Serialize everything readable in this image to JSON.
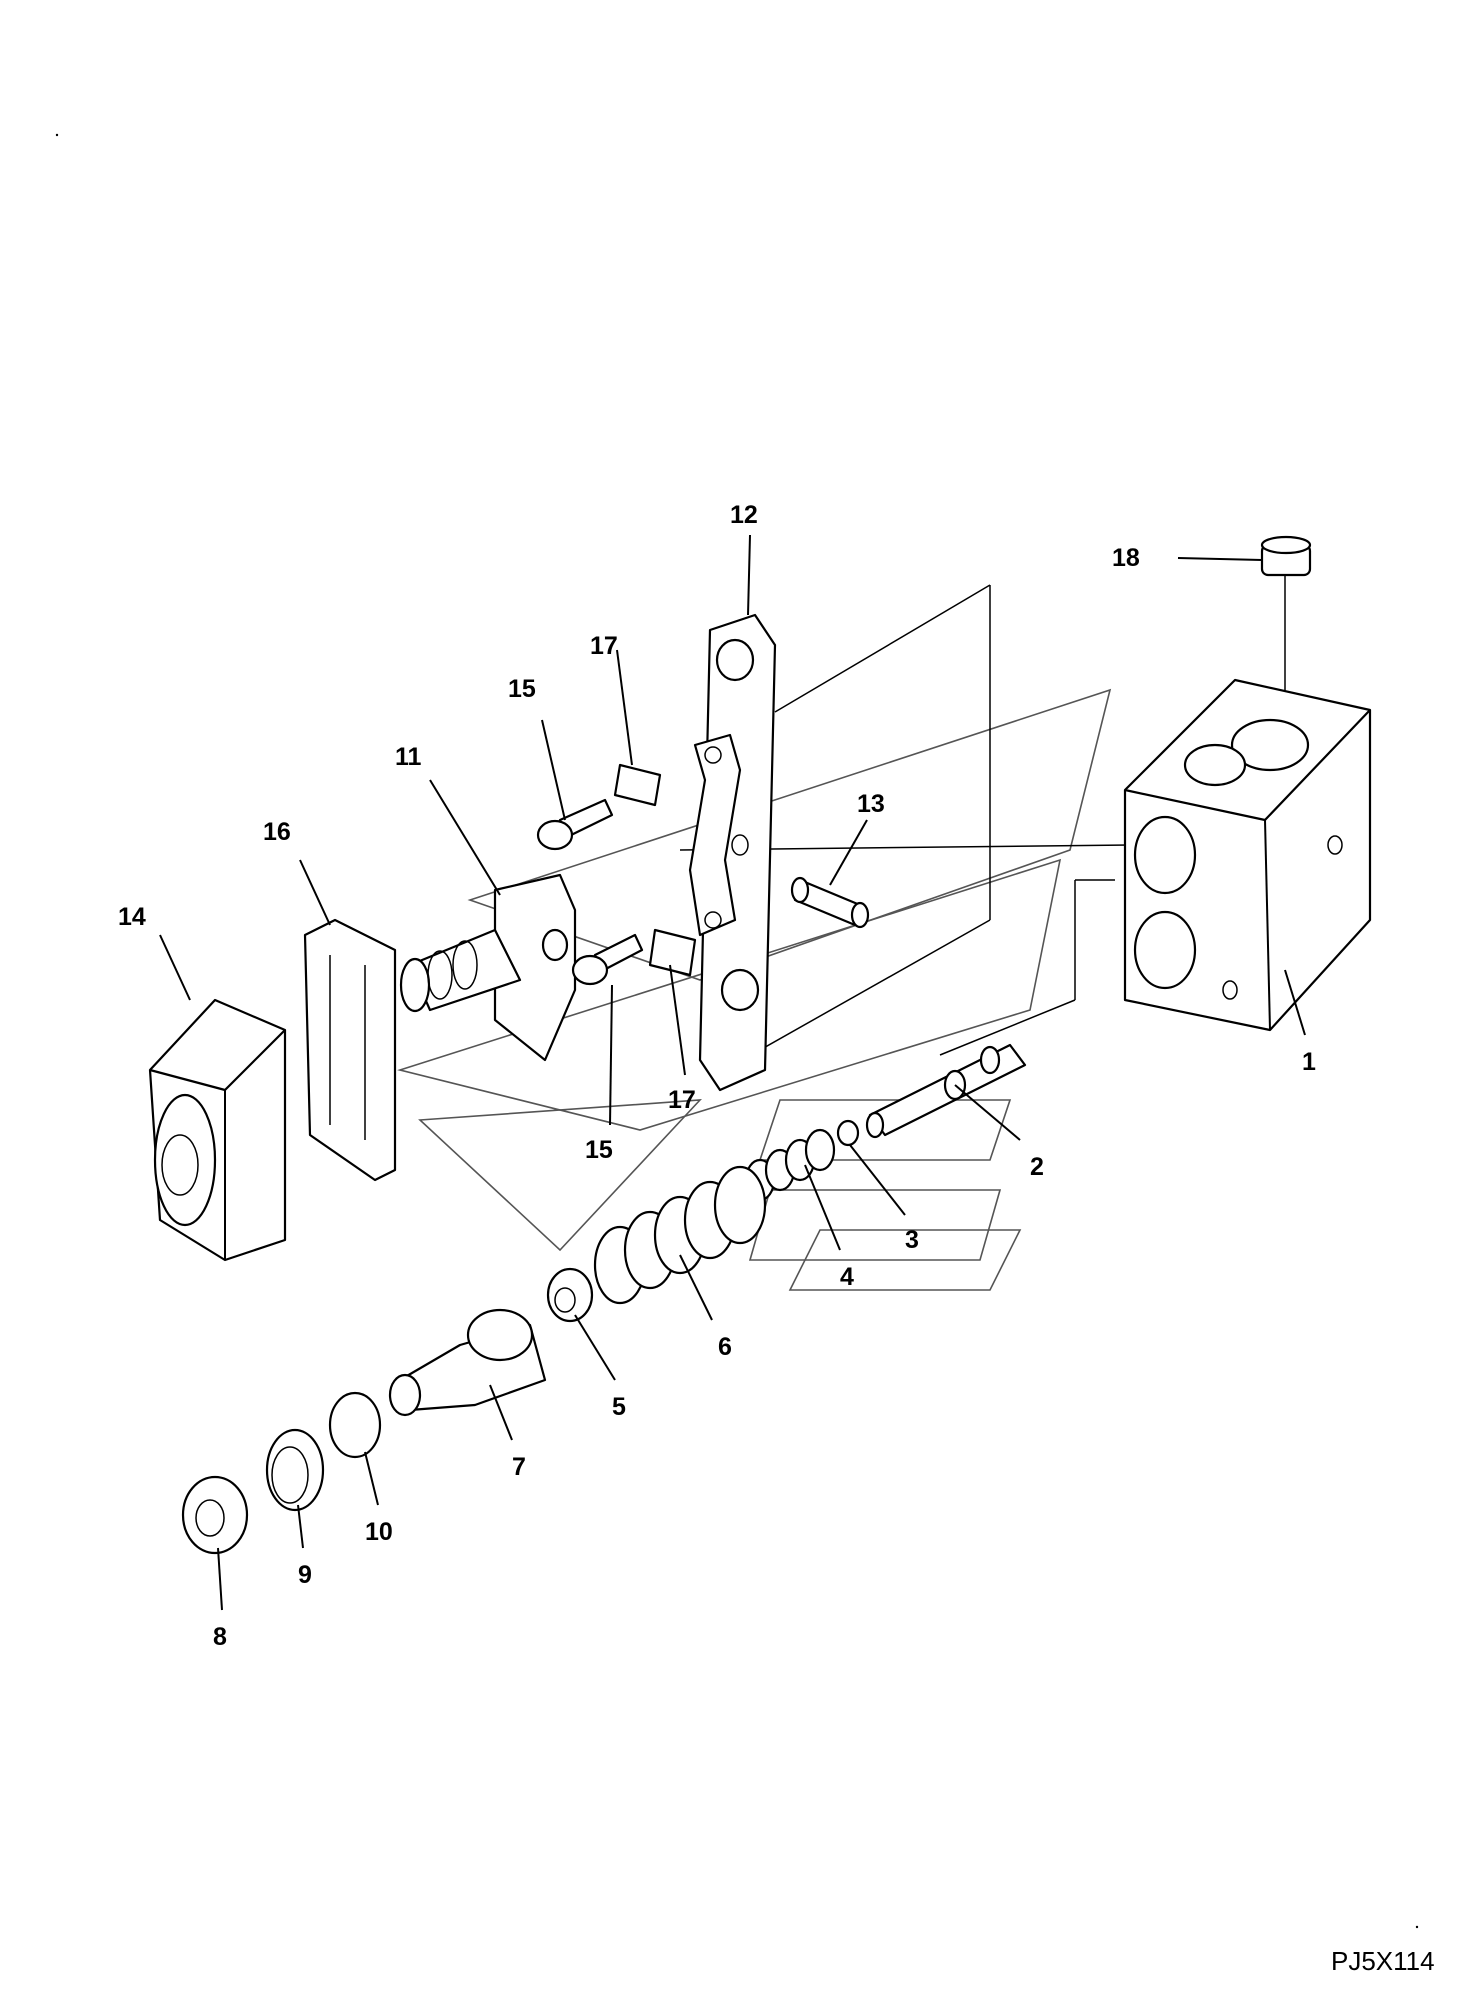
{
  "drawing": {
    "reference_code": "PJ5X114",
    "callouts": [
      {
        "id": "c1",
        "label": "1"
      },
      {
        "id": "c2",
        "label": "2"
      },
      {
        "id": "c3",
        "label": "3"
      },
      {
        "id": "c4",
        "label": "4"
      },
      {
        "id": "c5",
        "label": "5"
      },
      {
        "id": "c6",
        "label": "6"
      },
      {
        "id": "c7",
        "label": "7"
      },
      {
        "id": "c8",
        "label": "8"
      },
      {
        "id": "c9",
        "label": "9"
      },
      {
        "id": "c10",
        "label": "10"
      },
      {
        "id": "c11",
        "label": "11"
      },
      {
        "id": "c12",
        "label": "12"
      },
      {
        "id": "c13",
        "label": "13"
      },
      {
        "id": "c14",
        "label": "14"
      },
      {
        "id": "c15a",
        "label": "15"
      },
      {
        "id": "c15b",
        "label": "15"
      },
      {
        "id": "c16",
        "label": "16"
      },
      {
        "id": "c17a",
        "label": "17"
      },
      {
        "id": "c17b",
        "label": "17"
      },
      {
        "id": "c18",
        "label": "18"
      }
    ]
  }
}
